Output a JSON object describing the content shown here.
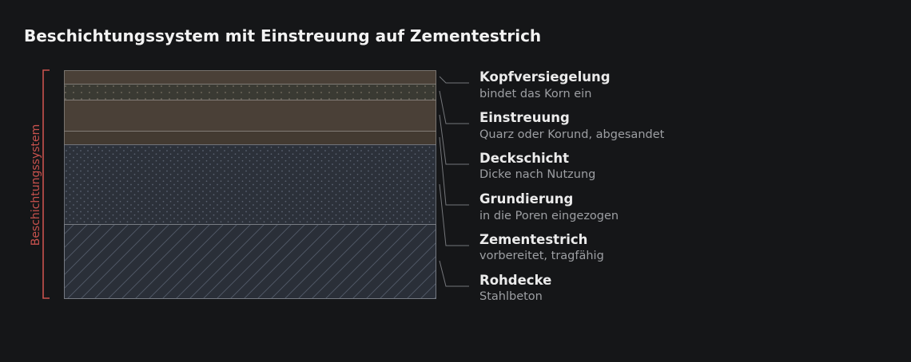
{
  "title": "Beschichtungssystem mit Einstreuung auf Zementestrich",
  "system_bracket_label": "Beschichtungssystem",
  "colors": {
    "background": "#151618",
    "accent": "#c9524e",
    "top_layers": "#4a4037",
    "substrate": "#2a2f38",
    "leader": "#74767a"
  },
  "layers": [
    {
      "name": "Kopfversiegelung",
      "desc": "bindet das Korn ein"
    },
    {
      "name": "Einstreuung",
      "desc": "Quarz oder Korund, abgesandet"
    },
    {
      "name": "Deckschicht",
      "desc": "Dicke nach Nutzung"
    },
    {
      "name": "Grundierung",
      "desc": "in die Poren eingezogen"
    },
    {
      "name": "Zementestrich",
      "desc": "vorbereitet, tragfähig"
    },
    {
      "name": "Rohdecke",
      "desc": "Stahlbeton"
    }
  ]
}
